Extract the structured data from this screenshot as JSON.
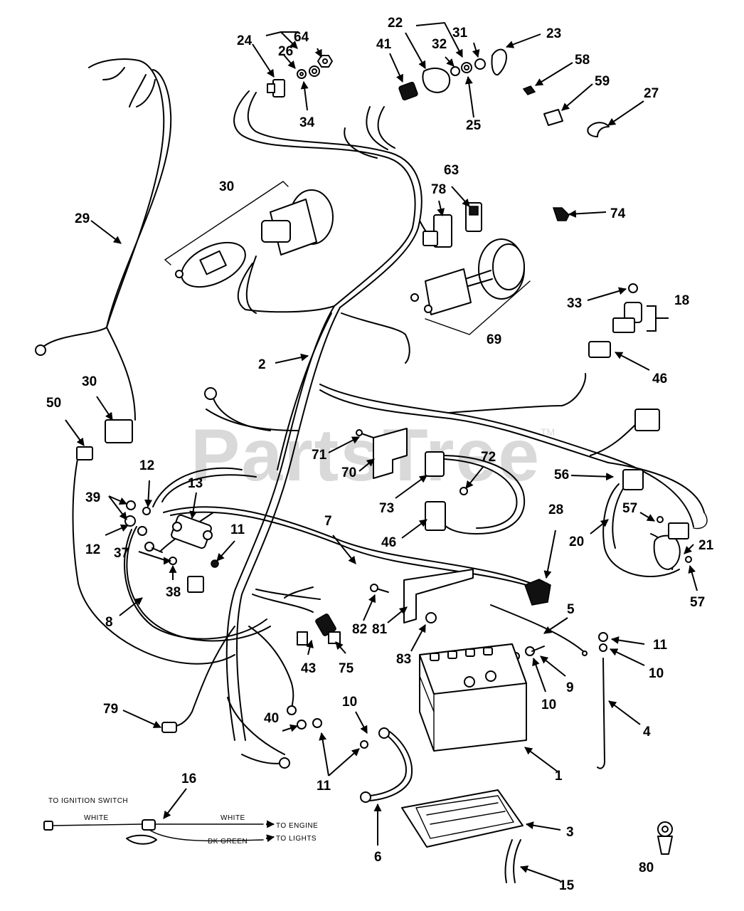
{
  "watermark": {
    "text": "PartsTree",
    "trademark": "TM"
  },
  "inset": {
    "to_ignition_switch": "TO IGNITION SWITCH",
    "white_1": "WHITE",
    "white_2": "WHITE",
    "to_engine": "TO ENGINE",
    "dk_green": "DK GREEN",
    "to_lights": "TO LIGHTS"
  },
  "callouts": {
    "c24": "24",
    "c64": "64",
    "c26": "26",
    "c34": "34",
    "c22": "22",
    "c31": "31",
    "c41": "41",
    "c32": "32",
    "c23": "23",
    "c25": "25",
    "c58": "58",
    "c59": "59",
    "c27": "27",
    "c29": "29",
    "c30a": "30",
    "c30b": "30",
    "c63": "63",
    "c78": "78",
    "c74": "74",
    "c33": "33",
    "c18": "18",
    "c69": "69",
    "c2": "2",
    "c46a": "46",
    "c46b": "46",
    "c50": "50",
    "c12a": "12",
    "c12b": "12",
    "c39": "39",
    "c13": "13",
    "c71": "71",
    "c70": "70",
    "c72": "72",
    "c73": "73",
    "c56": "56",
    "c57a": "57",
    "c57b": "57",
    "c21": "21",
    "c20": "20",
    "c28": "28",
    "c11a": "11",
    "c11b": "11",
    "c11c": "11",
    "c37": "37",
    "c38": "38",
    "c7": "7",
    "c8": "8",
    "c82": "82",
    "c81": "81",
    "c83": "83",
    "c5": "5",
    "c43": "43",
    "c75": "75",
    "c9": "9",
    "c10a": "10",
    "c10b": "10",
    "c10c": "10",
    "c4": "4",
    "c79": "79",
    "c40": "40",
    "c1": "1",
    "c16": "16",
    "c6": "6",
    "c3": "3",
    "c15": "15",
    "c80": "80"
  }
}
